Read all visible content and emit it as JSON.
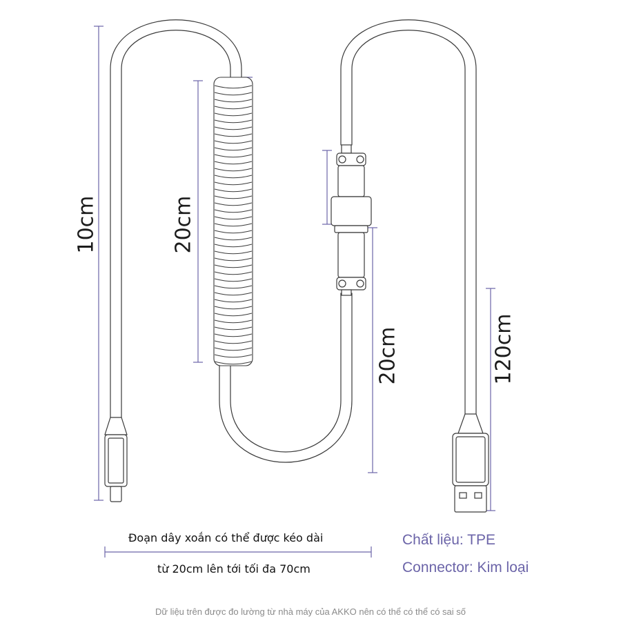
{
  "dimensions": {
    "left_cable": "10cm",
    "coil": "20cm",
    "connector_section": "20cm",
    "right_cable": "120cm"
  },
  "caption": {
    "line1": "Đoạn dây xoắn có thể được kéo dài",
    "line2": "từ 20cm lên tới tối đa 70cm"
  },
  "specs": {
    "material": "Chất liệu: TPE",
    "connector": "Connector: Kim loại"
  },
  "footer": "Dữ liệu trên được đo lường từ nhà máy của AKKO nên có thể có thể có sai số",
  "colors": {
    "dimension_line": "#6b64a8",
    "cable_outline": "#3a3a3a",
    "spec_text": "#6b64a8"
  }
}
